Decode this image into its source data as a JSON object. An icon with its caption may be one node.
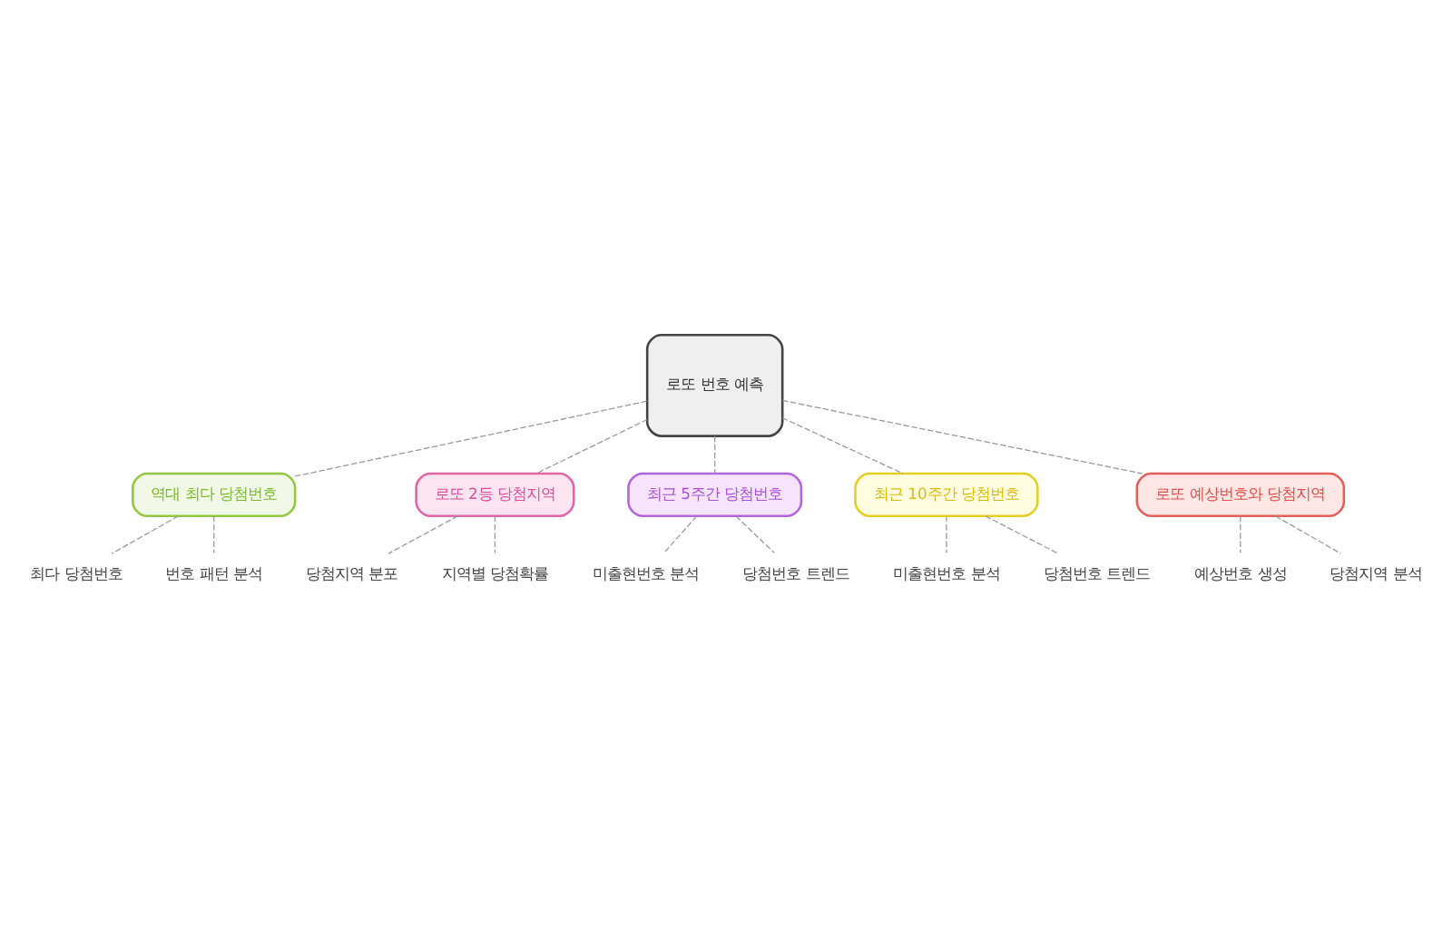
{
  "diagram": {
    "nodes": [
      {
        "text": [
          "로또 번호 예측"
        ]
      },
      {
        "text": [
          "역대 최다 당첨번호"
        ]
      },
      {
        "text": [
          "최다 당첨번호"
        ]
      },
      {
        "text": [
          "번호 패턴 분석"
        ]
      },
      {
        "text": [
          "로또 2등 당첨지역"
        ]
      },
      {
        "text": [
          "당첨지역 분포"
        ]
      },
      {
        "text": [
          "지역별 당첨확률"
        ]
      },
      {
        "text": [
          "최근 5주간 당첨번호"
        ]
      },
      {
        "text": [
          "미출현번호 분석"
        ]
      },
      {
        "text": [
          "당첨번호 트렌드"
        ]
      },
      {
        "text": [
          "최근 10주간 당첨번호"
        ]
      },
      {
        "text": [
          "미출현번호 분석"
        ]
      },
      {
        "text": [
          "당첨번호 트렌드"
        ]
      },
      {
        "text": [
          "로또 예상번호와 당첨지역"
        ]
      },
      {
        "text": [
          "예상번호 생성"
        ]
      },
      {
        "text": [
          "당첨지역 분석"
        ]
      }
    ],
    "edges": [
      {
        "from": 0,
        "to": 1,
        "arrow": "none",
        "style": "dashed"
      },
      {
        "from": 1,
        "to": 2,
        "arrow": "none",
        "style": "dashed"
      },
      {
        "from": 1,
        "to": 3,
        "arrow": "none",
        "style": "dashed"
      },
      {
        "from": 0,
        "to": 4,
        "arrow": "none",
        "style": "dashed"
      },
      {
        "from": 4,
        "to": 5,
        "arrow": "none",
        "style": "dashed"
      },
      {
        "from": 4,
        "to": 6,
        "arrow": "none",
        "style": "dashed"
      },
      {
        "from": 0,
        "to": 7,
        "arrow": "none",
        "style": "dashed"
      },
      {
        "from": 7,
        "to": 8,
        "arrow": "none",
        "style": "dashed"
      },
      {
        "from": 7,
        "to": 9,
        "arrow": "none",
        "style": "dashed"
      },
      {
        "from": 0,
        "to": 10,
        "arrow": "none",
        "style": "dashed"
      },
      {
        "from": 10,
        "to": 11,
        "arrow": "none",
        "style": "dashed"
      },
      {
        "from": 10,
        "to": 12,
        "arrow": "none",
        "style": "dashed"
      },
      {
        "from": 0,
        "to": 13,
        "arrow": "none",
        "style": "dashed"
      },
      {
        "from": 13,
        "to": 14,
        "arrow": "none",
        "style": "dashed"
      },
      {
        "from": 13,
        "to": 15,
        "arrow": "none",
        "style": "dashed"
      }
    ]
  }
}
